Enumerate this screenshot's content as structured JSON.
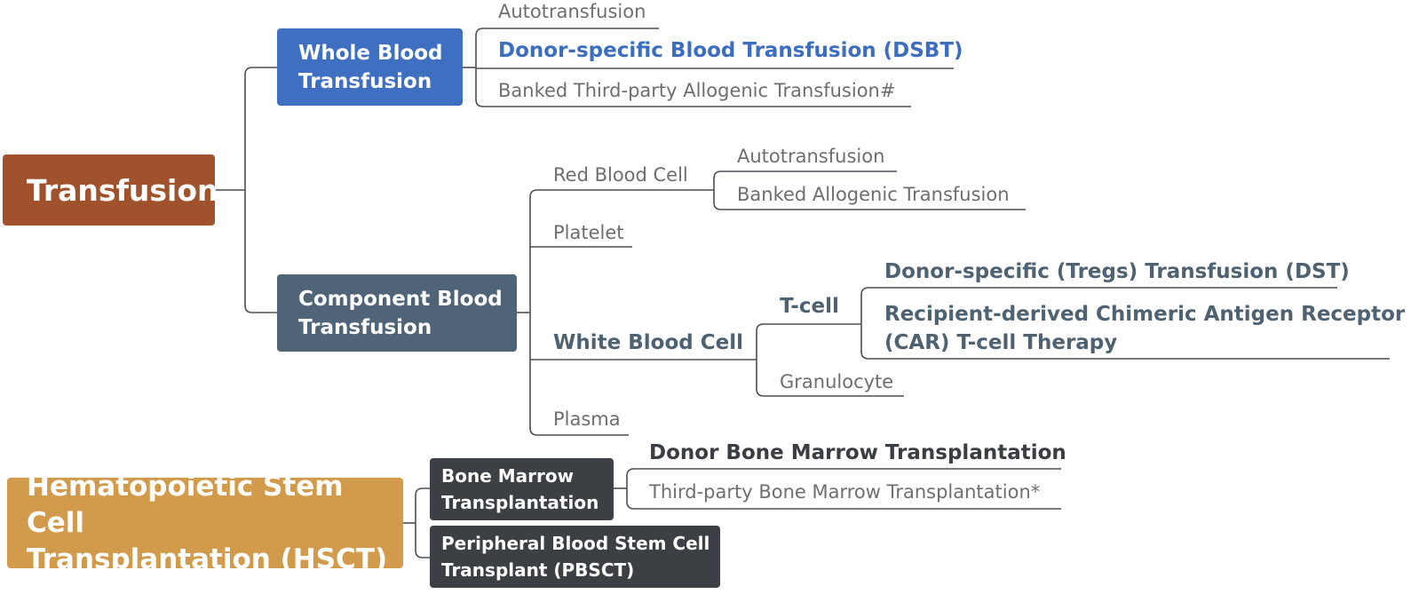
{
  "colors": {
    "transfusion": "#a0522d",
    "whole_blood": "#3e6fc0",
    "component": "#4f6476",
    "hsct": "#d29a4b",
    "dark_box": "#3c3f44",
    "line": "#4a4f55",
    "leaf_text": "#6e6e6e"
  },
  "nodes": {
    "transfusion": "Transfusion",
    "whole_blood": "Whole Blood\nTransfusion",
    "component": "Component Blood\nTransfusion",
    "hsct": "Hematopoietic Stem Cell\nTransplantation (HSCT)",
    "bone_marrow": "Bone Marrow\nTransplantation",
    "pbsct": "Peripheral Blood Stem Cell\nTransplant (PBSCT)"
  },
  "whole_blood_items": {
    "autotransfusion": "Autotransfusion",
    "dsbt": "Donor-specific Blood Transfusion (DSBT)",
    "banked_third_party": "Banked Third-party Allogenic Transfusion#"
  },
  "component_items": {
    "red_blood_cell": "Red Blood Cell",
    "platelet": "Platelet",
    "white_blood_cell": "White Blood Cell",
    "plasma": "Plasma"
  },
  "red_blood_cell_items": {
    "autotransfusion": "Autotransfusion",
    "banked_allogenic": "Banked Allogenic Transfusion"
  },
  "white_blood_cell_items": {
    "t_cell": "T-cell",
    "granulocyte": "Granulocyte"
  },
  "t_cell_items": {
    "dst": "Donor-specific (Tregs) Transfusion (DST)",
    "car_t": "Recipient-derived Chimeric Antigen Receptor\n(CAR) T-cell Therapy"
  },
  "bone_marrow_items": {
    "donor": "Donor Bone Marrow Transplantation",
    "third_party": "Third-party Bone Marrow Transplantation*"
  }
}
